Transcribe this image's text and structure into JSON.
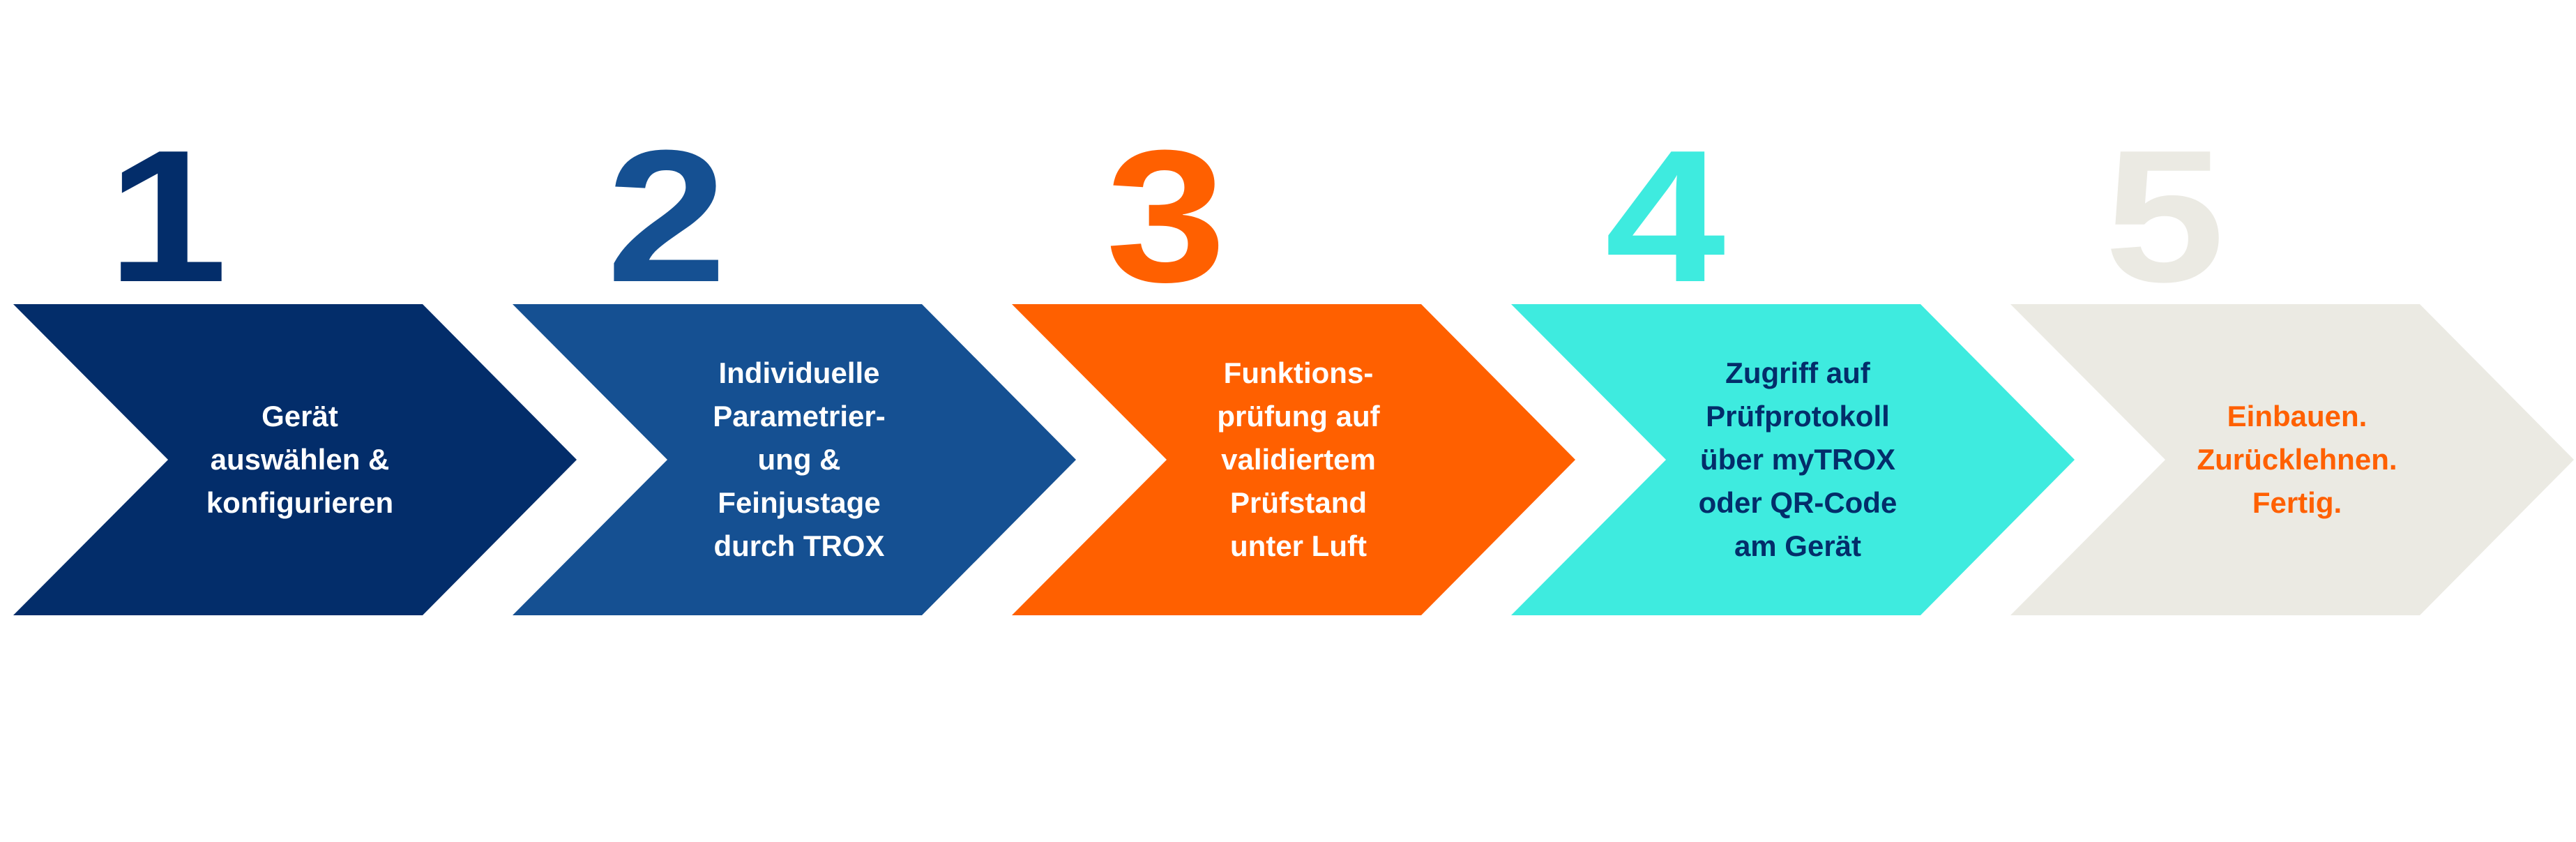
{
  "steps": [
    {
      "number": "1",
      "text": "Gerät\nauswählen &\nkonfigurieren",
      "fill": "#032d6a",
      "number_color": "#032d6a",
      "text_color": "#ffffff"
    },
    {
      "number": "2",
      "text": "Individuelle\nParametrier-\nung &\nFeinjustage\ndurch TROX",
      "fill": "#155092",
      "number_color": "#155092",
      "text_color": "#ffffff"
    },
    {
      "number": "3",
      "text": "Funktions-\nprüfung auf\nvalidiertem\nPrüfstand\nunter Luft",
      "fill": "#ff6000",
      "number_color": "#ff6000",
      "text_color": "#ffffff"
    },
    {
      "number": "4",
      "text": "Zugriff auf\nPrüfprotokoll\nüber myTROX\noder QR-Code\nam Gerät",
      "fill": "#3eebdf",
      "number_color": "#3eebdf",
      "text_color": "#032d6a"
    },
    {
      "number": "5",
      "text": "Einbauen.\nZurücklehnen.\nFertig.",
      "fill": "#ebeae3",
      "number_color": "#ebeae3",
      "text_color": "#ff6000"
    }
  ]
}
